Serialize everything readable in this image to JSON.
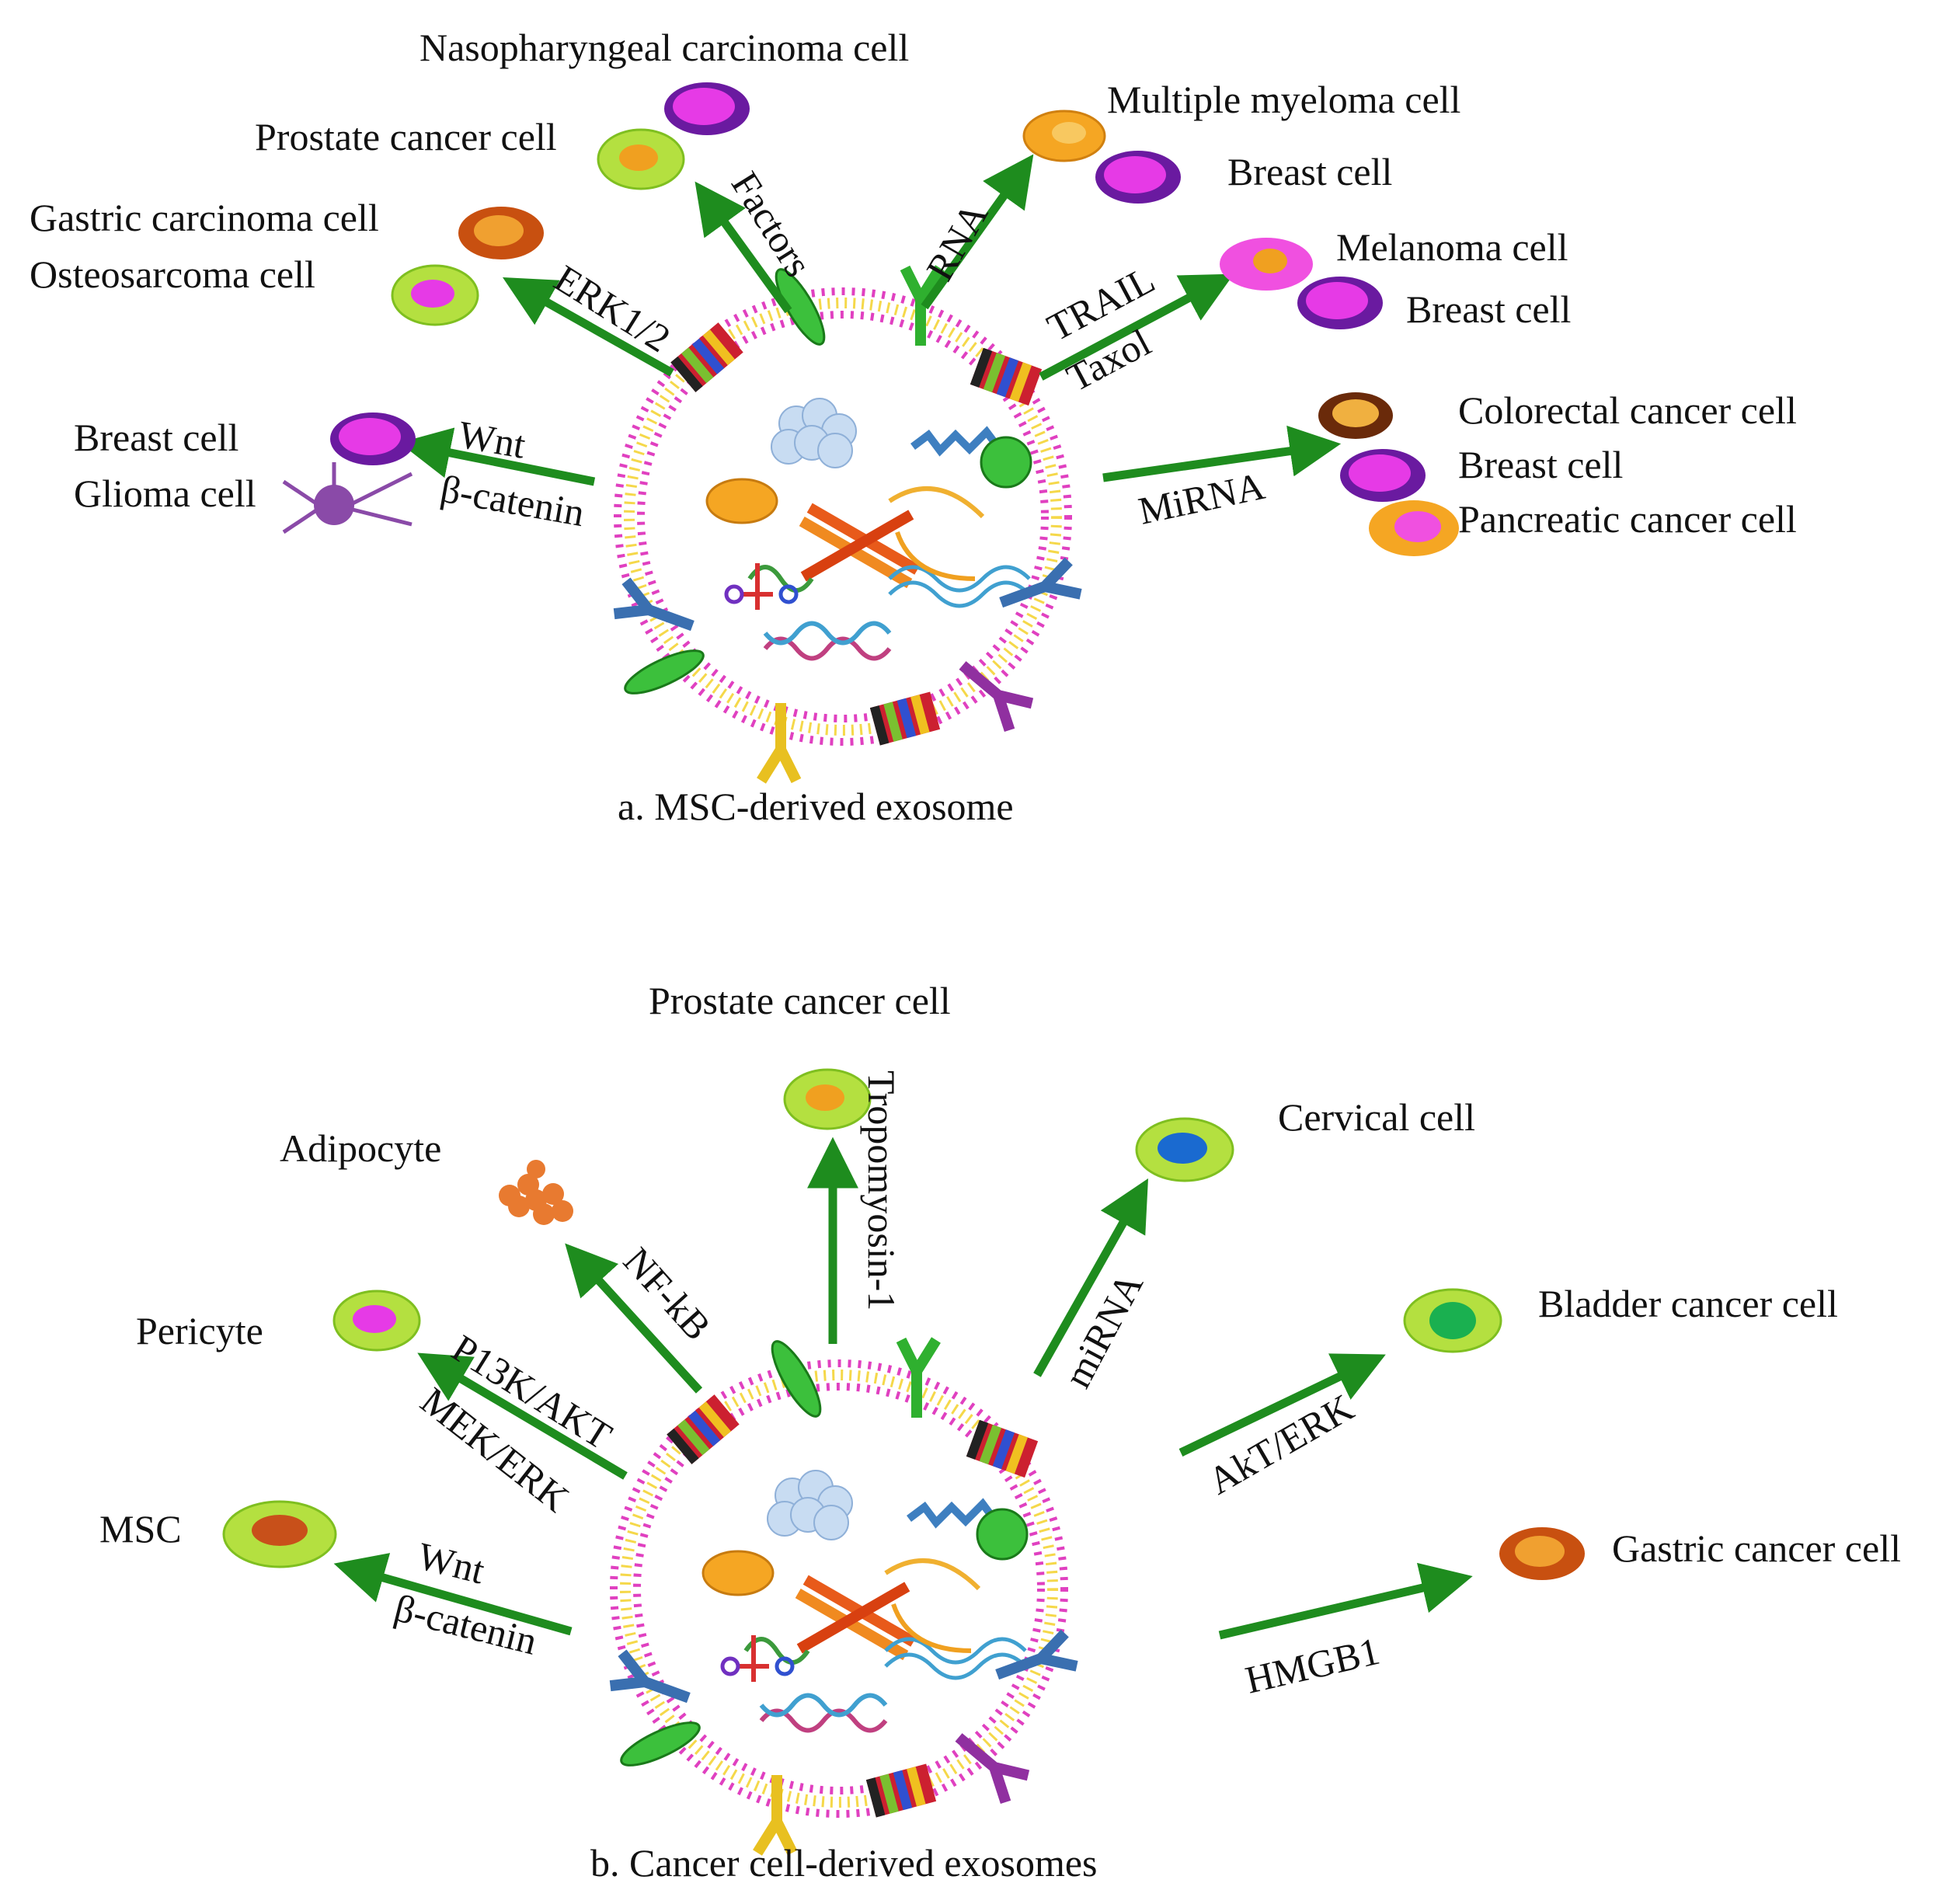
{
  "colors": {
    "arrow": "#1e8c1e",
    "membrane": "#e040c0",
    "membrane_dot": "#f0e040",
    "cytoplasm_green": "#9ad43a",
    "nucleus_magenta": "#d822d8",
    "nucleus_orange": "#f0a020"
  },
  "panel_a": {
    "caption": "a. MSC-derived exosome",
    "cells": {
      "nasopharyngeal": "Nasopharyngeal carcinoma cell",
      "prostate": "Prostate cancer cell",
      "gastric": "Gastric carcinoma cell",
      "osteosarcoma": "Osteosarcoma cell",
      "breast_left": "Breast cell",
      "glioma": "Glioma  cell",
      "myeloma": "Multiple myeloma cell",
      "breast_top": "Breast cell",
      "melanoma": "Melanoma cell",
      "breast_mid": "Breast cell",
      "colorectal": "Colorectal cancer cell",
      "breast_right": "Breast cell",
      "pancreatic": "Pancreatic cancer cell"
    },
    "pathways": {
      "factors": "Factors",
      "rna": "RNA",
      "erk": "ERK1/2",
      "trail": "TRAIL",
      "taxol": "Taxol",
      "wnt": "Wnt",
      "bcatenin": "β-catenin",
      "mirna": "MiRNA"
    }
  },
  "panel_b": {
    "caption": "b. Cancer cell-derived exosomes",
    "cells": {
      "prostate": "Prostate cancer cell",
      "adipocyte": "Adipocyte",
      "cervical": "Cervical cell",
      "pericyte": "Pericyte",
      "bladder": "Bladder cancer cell",
      "msc": "MSC",
      "gastric": "Gastric cancer cell"
    },
    "pathways": {
      "tropomyosin": "Tropomyosin-1",
      "nfkb": "NF-kB",
      "mirna": "miRNA",
      "pi3k": "P13K/AKT",
      "mek": "MEK/ERK",
      "akt": "AkT/ERK",
      "wnt": "Wnt",
      "bcatenin": "β-catenin",
      "hmgb1": "HMGB1"
    }
  }
}
